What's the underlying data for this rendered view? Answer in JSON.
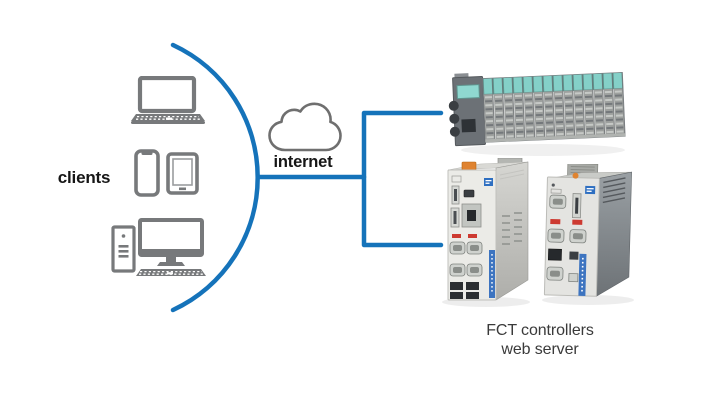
{
  "diagram": {
    "clients_label": "clients",
    "internet_label": "internet",
    "caption_line1": "FCT controllers",
    "caption_line2": "web server",
    "colors": {
      "connector_blue": "#1573ba",
      "icon_gray": "#77797b",
      "module_teal": "#84d0c8",
      "label_dark": "#161616",
      "caption_dark": "#3a3a3a"
    },
    "icons": {
      "laptop": "laptop-icon",
      "smartphone": "smartphone-icon",
      "tablet": "tablet-icon",
      "desktop": "desktop-computer-icon",
      "cloud": "cloud-icon",
      "io_terminal": "io-terminal-image",
      "controller_left": "controller-left-image",
      "controller_right": "controller-right-image"
    }
  }
}
